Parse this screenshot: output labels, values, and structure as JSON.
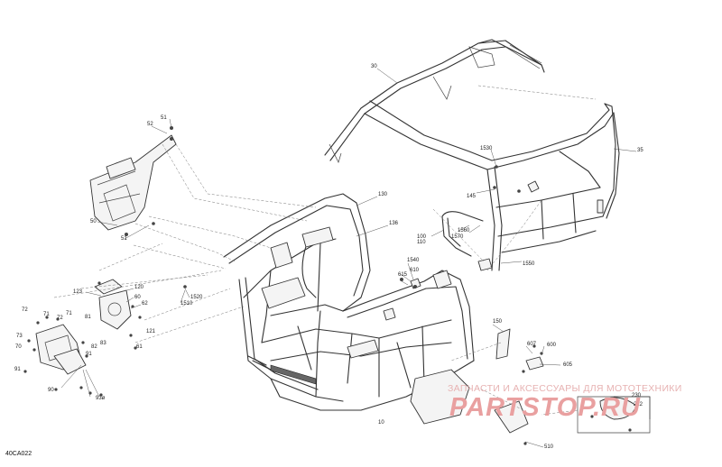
{
  "diagram": {
    "code": "40CA022",
    "watermark": {
      "text": "ЗАПЧАСТИ И АКСЕССУАРЫ ДЛЯ МОТОТЕХНИКИ",
      "logo": "PARTSTOP.RU",
      "color": "#e9a0a0"
    },
    "callouts": {
      "c30": "30",
      "c35": "35",
      "c51a": "51",
      "c52": "52",
      "c50": "50",
      "c51b": "51",
      "c130": "130",
      "c136": "136",
      "c1530": "1530",
      "c145": "145",
      "c100": "100",
      "c110": "110",
      "c1560": "1560",
      "c1570": "1570",
      "c1550": "1550",
      "c1540": "1540",
      "c610": "610",
      "c615": "615",
      "c123": "123",
      "c120": "120",
      "c1520": "1520",
      "c1510": "1510",
      "c60": "60",
      "c62": "62",
      "c72a": "72",
      "c71a": "71",
      "c72b": "72",
      "c71b": "71",
      "c81": "81",
      "c73": "73",
      "c83": "83",
      "c121": "121",
      "c70": "70",
      "c82": "82",
      "c61": "61",
      "c91a": "91",
      "c91b": "91",
      "c90": "90",
      "c93": "93ø",
      "c150": "150",
      "c607": "607",
      "c600": "600",
      "c605": "605",
      "c10": "10",
      "c510": "510",
      "c230": "230",
      "c222": "222"
    }
  }
}
